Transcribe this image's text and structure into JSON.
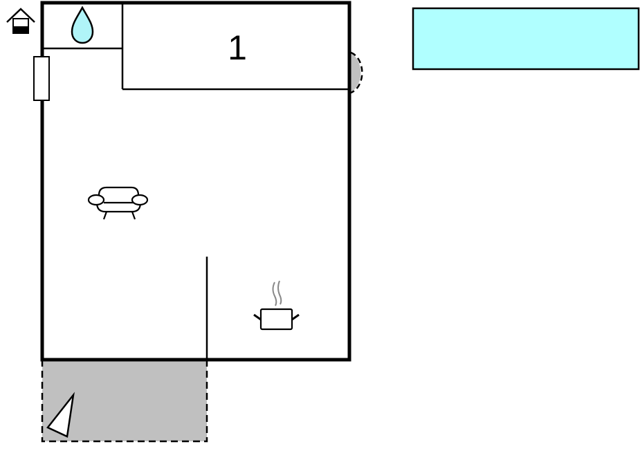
{
  "diagram": {
    "type": "floor-plan",
    "colors": {
      "wall": "#000000",
      "background": "#ffffff",
      "outdoor_area": "#c0c0c0",
      "pool": "#b0ffff",
      "water_drop": "#b0f4f8"
    },
    "rooms": [
      {
        "id": "bedroom-1",
        "label": "1"
      },
      {
        "id": "bathroom",
        "label": ""
      },
      {
        "id": "living-kitchen",
        "label": ""
      }
    ],
    "icons": [
      {
        "name": "house-entrance-icon",
        "meaning": "entrance"
      },
      {
        "name": "water-drop-icon",
        "meaning": "bathroom"
      },
      {
        "name": "sofa-icon",
        "meaning": "living room"
      },
      {
        "name": "cooking-pot-icon",
        "meaning": "kitchen"
      },
      {
        "name": "sunshade-icon",
        "meaning": "terrace"
      }
    ],
    "areas": [
      {
        "name": "terrace",
        "style": "dashed, grey fill"
      },
      {
        "name": "pool",
        "style": "cyan rectangle"
      },
      {
        "name": "balcony-bay",
        "style": "dashed half-circle"
      }
    ]
  }
}
